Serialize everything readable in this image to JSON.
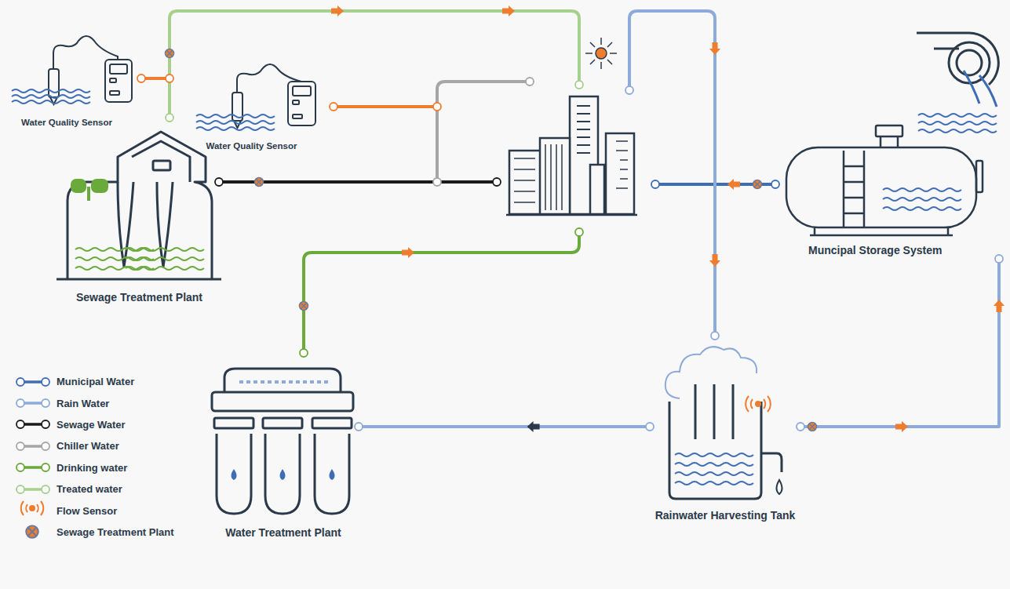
{
  "diagram": {
    "nodes": [
      {
        "text": [
          "Water Quality Sensor"
        ]
      },
      {
        "text": [
          "Water Quality Sensor"
        ]
      },
      {
        "text": [
          "Sewage Treatment Plant"
        ]
      },
      {
        "text": [
          "Muncipal Storage System"
        ]
      },
      {
        "text": [
          "Water Treatment Plant"
        ]
      },
      {
        "text": [
          "Rainwater Harvesting Tank"
        ]
      }
    ],
    "edges": [
      {
        "from": 5,
        "to": 4,
        "arrow": "to"
      },
      {
        "from": 5,
        "to": 3,
        "arrow": "to"
      }
    ],
    "legend": [
      {
        "text": "Municipal Water",
        "color": "#3f6db5"
      },
      {
        "text": "Rain Water",
        "color": "#8eaadb"
      },
      {
        "text": "Sewage Water",
        "color": "#1a1a1a"
      },
      {
        "text": "Chiller Water",
        "color": "#a6a6a6"
      },
      {
        "text": "Drinking water",
        "color": "#6aaa3a"
      },
      {
        "text": "Treated water",
        "color": "#a8d08d"
      },
      {
        "text": "Flow Sensor"
      },
      {
        "text": "Sewage Treatment Plant"
      }
    ]
  }
}
